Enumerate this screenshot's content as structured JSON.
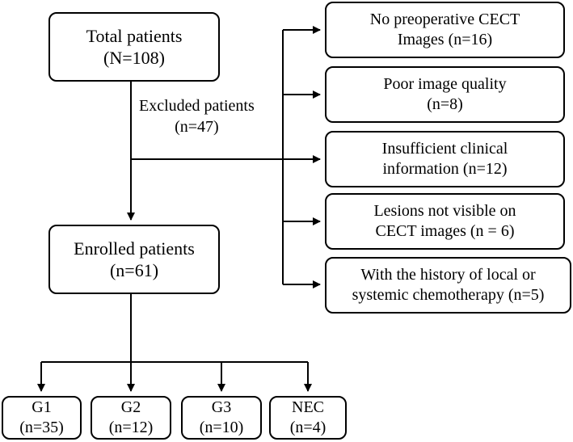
{
  "total": {
    "line1": "Total patients",
    "line2": "(N=108)"
  },
  "excluded": {
    "line1": "Excluded patients",
    "line2": "(n=47)"
  },
  "exclusion_boxes": [
    {
      "line1": "No preoperative CECT",
      "line2": "Images (n=16)"
    },
    {
      "line1": "Poor image quality",
      "line2": "(n=8)"
    },
    {
      "line1": "Insufficient clinical",
      "line2": "information (n=12)"
    },
    {
      "line1": "Lesions not visible on",
      "line2": "CECT images (n = 6)"
    },
    {
      "line1": "With the history of local or",
      "line2": "systemic chemotherapy (n=5)"
    }
  ],
  "enrolled": {
    "line1": "Enrolled patients",
    "line2": "(n=61)"
  },
  "groups": [
    {
      "line1": "G1",
      "line2": "(n=35)"
    },
    {
      "line1": "G2",
      "line2": "(n=12)"
    },
    {
      "line1": "G3",
      "line2": "(n=10)"
    },
    {
      "line1": "NEC",
      "line2": "(n=4)"
    }
  ]
}
